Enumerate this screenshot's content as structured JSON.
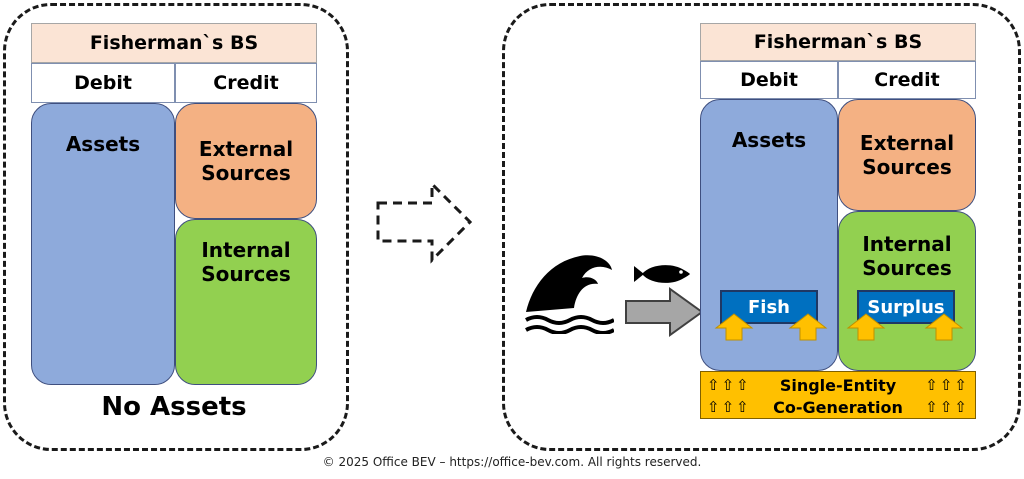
{
  "left_bs": {
    "title": "Fisherman`s BS",
    "debit": "Debit",
    "credit": "Credit",
    "assets": "Assets",
    "external_l1": "External",
    "external_l2": "Sources",
    "internal_l1": "Internal",
    "internal_l2": "Sources",
    "caption": "No Assets"
  },
  "right_bs": {
    "title": "Fisherman`s BS",
    "debit": "Debit",
    "credit": "Credit",
    "assets": "Assets",
    "external_l1": "External",
    "external_l2": "Sources",
    "internal_l1": "Internal",
    "internal_l2": "Sources",
    "fish_tag": "Fish",
    "surplus_tag": "Surplus",
    "banner_l1": "Single-Entity",
    "banner_l2": "Co-Generation",
    "banner_arrows": "⇧⇧⇧"
  },
  "colors": {
    "title_fill": "#fbe4d5",
    "assets": "#8eaadb",
    "external": "#f4b183",
    "internal": "#92d050",
    "tag": "#0070c0",
    "up_arrow": "#ffc000",
    "banner": "#ffc000"
  },
  "icons": [
    "wave-icon",
    "fish-icon",
    "transition-arrow-icon",
    "input-arrow-icon",
    "up-arrow-icon"
  ],
  "footer": "© 2025 Office BEV – https://office-bev.com. All rights reserved."
}
